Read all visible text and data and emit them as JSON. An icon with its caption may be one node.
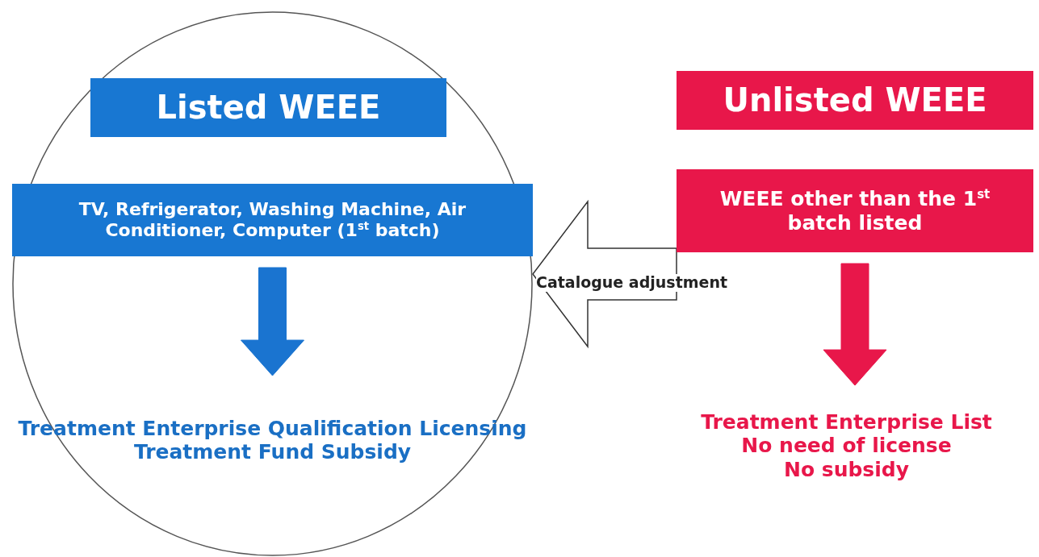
{
  "diagram": {
    "nodes": [
      {
        "text": [],
        "shape": "circle"
      },
      {
        "text": [
          "Listed WEEE"
        ],
        "in": 0
      },
      {
        "text": [
          "TV, Refrigerator, Washing Machine, Air Conditioner, Computer (1$^{st}$ batch)"
        ],
        "in": 0
      },
      {
        "text": [
          "Treatment Enterprise Qualification Licensing",
          "Treatment Fund Subsidy"
        ],
        "in": 0
      },
      {
        "text": [
          "Unlisted WEEE"
        ]
      },
      {
        "text": [
          "WEEE other than the 1$^{st}$ batch listed"
        ]
      },
      {
        "text": [
          "Treatment Enterprise List",
          "No need of license",
          "No subsidy"
        ]
      }
    ],
    "edges": [
      {
        "from": 2,
        "to": 3,
        "arrow": "to",
        "style": "thick",
        "color": "#1a74d0"
      },
      {
        "from": 5,
        "to": 0,
        "arrow": "to",
        "label": "Catalogue adjustment",
        "color": "#333333"
      },
      {
        "from": 5,
        "to": 6,
        "arrow": "to",
        "style": "thick",
        "color": "#e8174a"
      }
    ]
  }
}
